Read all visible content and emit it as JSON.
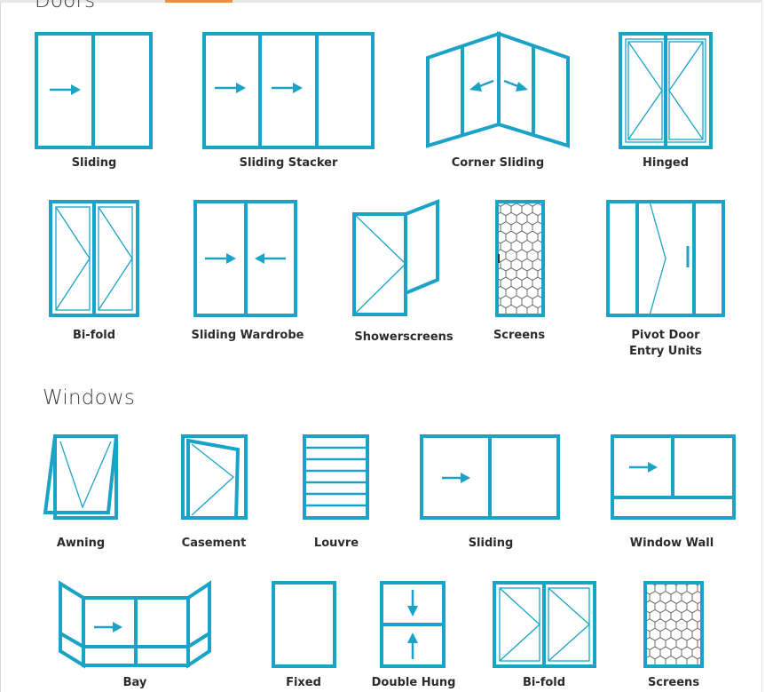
{
  "sections": {
    "doors_title": "Doors",
    "windows_title": "Windows"
  },
  "doors": [
    {
      "label": "Sliding",
      "icon": "sliding-door-icon"
    },
    {
      "label": "Sliding Stacker",
      "icon": "sliding-stacker-door-icon"
    },
    {
      "label": "Corner Sliding",
      "icon": "corner-sliding-door-icon"
    },
    {
      "label": "Hinged",
      "icon": "hinged-door-icon"
    },
    {
      "label": "Bi-fold",
      "icon": "bifold-door-icon"
    },
    {
      "label": "Sliding Wardrobe",
      "icon": "sliding-wardrobe-icon"
    },
    {
      "label": "Showerscreens",
      "icon": "showerscreen-icon"
    },
    {
      "label": "Screens",
      "icon": "screen-door-icon"
    },
    {
      "label": "Pivot Door\nEntry Units",
      "icon": "pivot-door-icon"
    }
  ],
  "windows": [
    {
      "label": "Awning",
      "icon": "awning-window-icon"
    },
    {
      "label": "Casement",
      "icon": "casement-window-icon"
    },
    {
      "label": "Louvre",
      "icon": "louvre-window-icon"
    },
    {
      "label": "Sliding",
      "icon": "sliding-window-icon"
    },
    {
      "label": "Window Wall",
      "icon": "window-wall-icon"
    },
    {
      "label": "Bay",
      "icon": "bay-window-icon"
    },
    {
      "label": "Fixed",
      "icon": "fixed-window-icon"
    },
    {
      "label": "Double Hung",
      "icon": "double-hung-window-icon"
    },
    {
      "label": "Bi-fold",
      "icon": "bifold-window-icon"
    },
    {
      "label": "Screens",
      "icon": "screen-window-icon"
    }
  ],
  "colors": {
    "frame_blue": "#1aa3c7",
    "tab_accent": "#f28e3b",
    "label_text": "#2b2b2b"
  }
}
